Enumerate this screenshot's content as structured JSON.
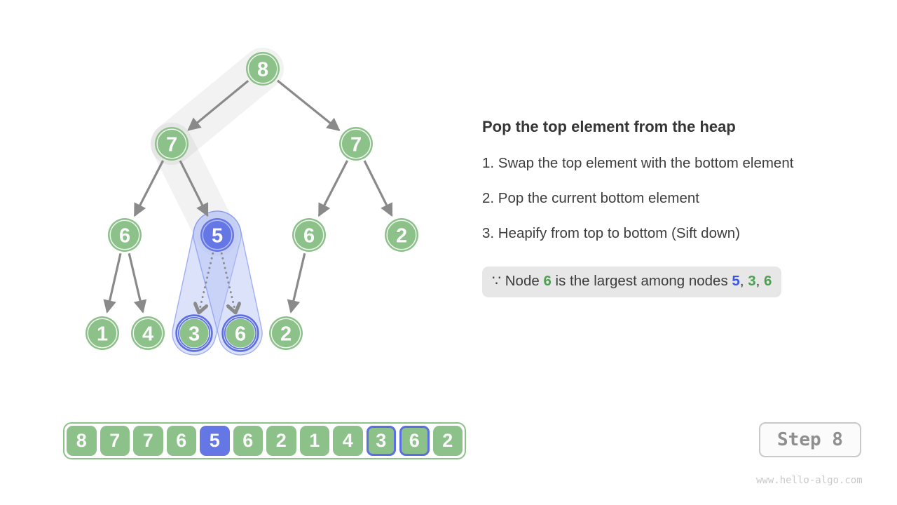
{
  "panel": {
    "title": "Pop the top element from the heap",
    "steps": [
      "1. Swap the top element with the bottom element",
      "2. Pop the current bottom element",
      "3. Heapify from top to bottom (Sift down)"
    ],
    "note_parts": {
      "p0": "∵ Node ",
      "n1": "6",
      "p1": " is the largest among nodes ",
      "n2": "5",
      "p2": ", ",
      "n3": "3",
      "p3": ", ",
      "n4": "6"
    }
  },
  "tree": {
    "nodes": [
      {
        "value": "8",
        "state": "normal"
      },
      {
        "value": "7",
        "state": "normal"
      },
      {
        "value": "7",
        "state": "normal"
      },
      {
        "value": "6",
        "state": "normal"
      },
      {
        "value": "5",
        "state": "current"
      },
      {
        "value": "6",
        "state": "normal"
      },
      {
        "value": "2",
        "state": "normal"
      },
      {
        "value": "1",
        "state": "normal"
      },
      {
        "value": "4",
        "state": "normal"
      },
      {
        "value": "3",
        "state": "candidate"
      },
      {
        "value": "6",
        "state": "candidate"
      },
      {
        "value": "2",
        "state": "normal"
      }
    ]
  },
  "array": {
    "cells": [
      {
        "value": "8",
        "state": "normal"
      },
      {
        "value": "7",
        "state": "normal"
      },
      {
        "value": "7",
        "state": "normal"
      },
      {
        "value": "6",
        "state": "normal"
      },
      {
        "value": "5",
        "state": "current"
      },
      {
        "value": "6",
        "state": "normal"
      },
      {
        "value": "2",
        "state": "normal"
      },
      {
        "value": "1",
        "state": "normal"
      },
      {
        "value": "4",
        "state": "normal"
      },
      {
        "value": "3",
        "state": "candidate"
      },
      {
        "value": "6",
        "state": "candidate"
      },
      {
        "value": "2",
        "state": "normal"
      }
    ]
  },
  "step_badge": {
    "label": "Step 8"
  },
  "figure": {
    "watermark": "www.hello-algo.com"
  },
  "colors": {
    "node_green": "#8dc18a",
    "node_blue": "#6577e4",
    "candidate_ring_blue": "#5b6fe0",
    "edge_gray": "#8a8a8a",
    "sift_band_gray": "#eaeaea",
    "compare_zone_blue": "#dde3fa",
    "note_bg": "#e7e7e7",
    "note_green": "#4ca04f",
    "note_blue": "#3a56e4"
  }
}
